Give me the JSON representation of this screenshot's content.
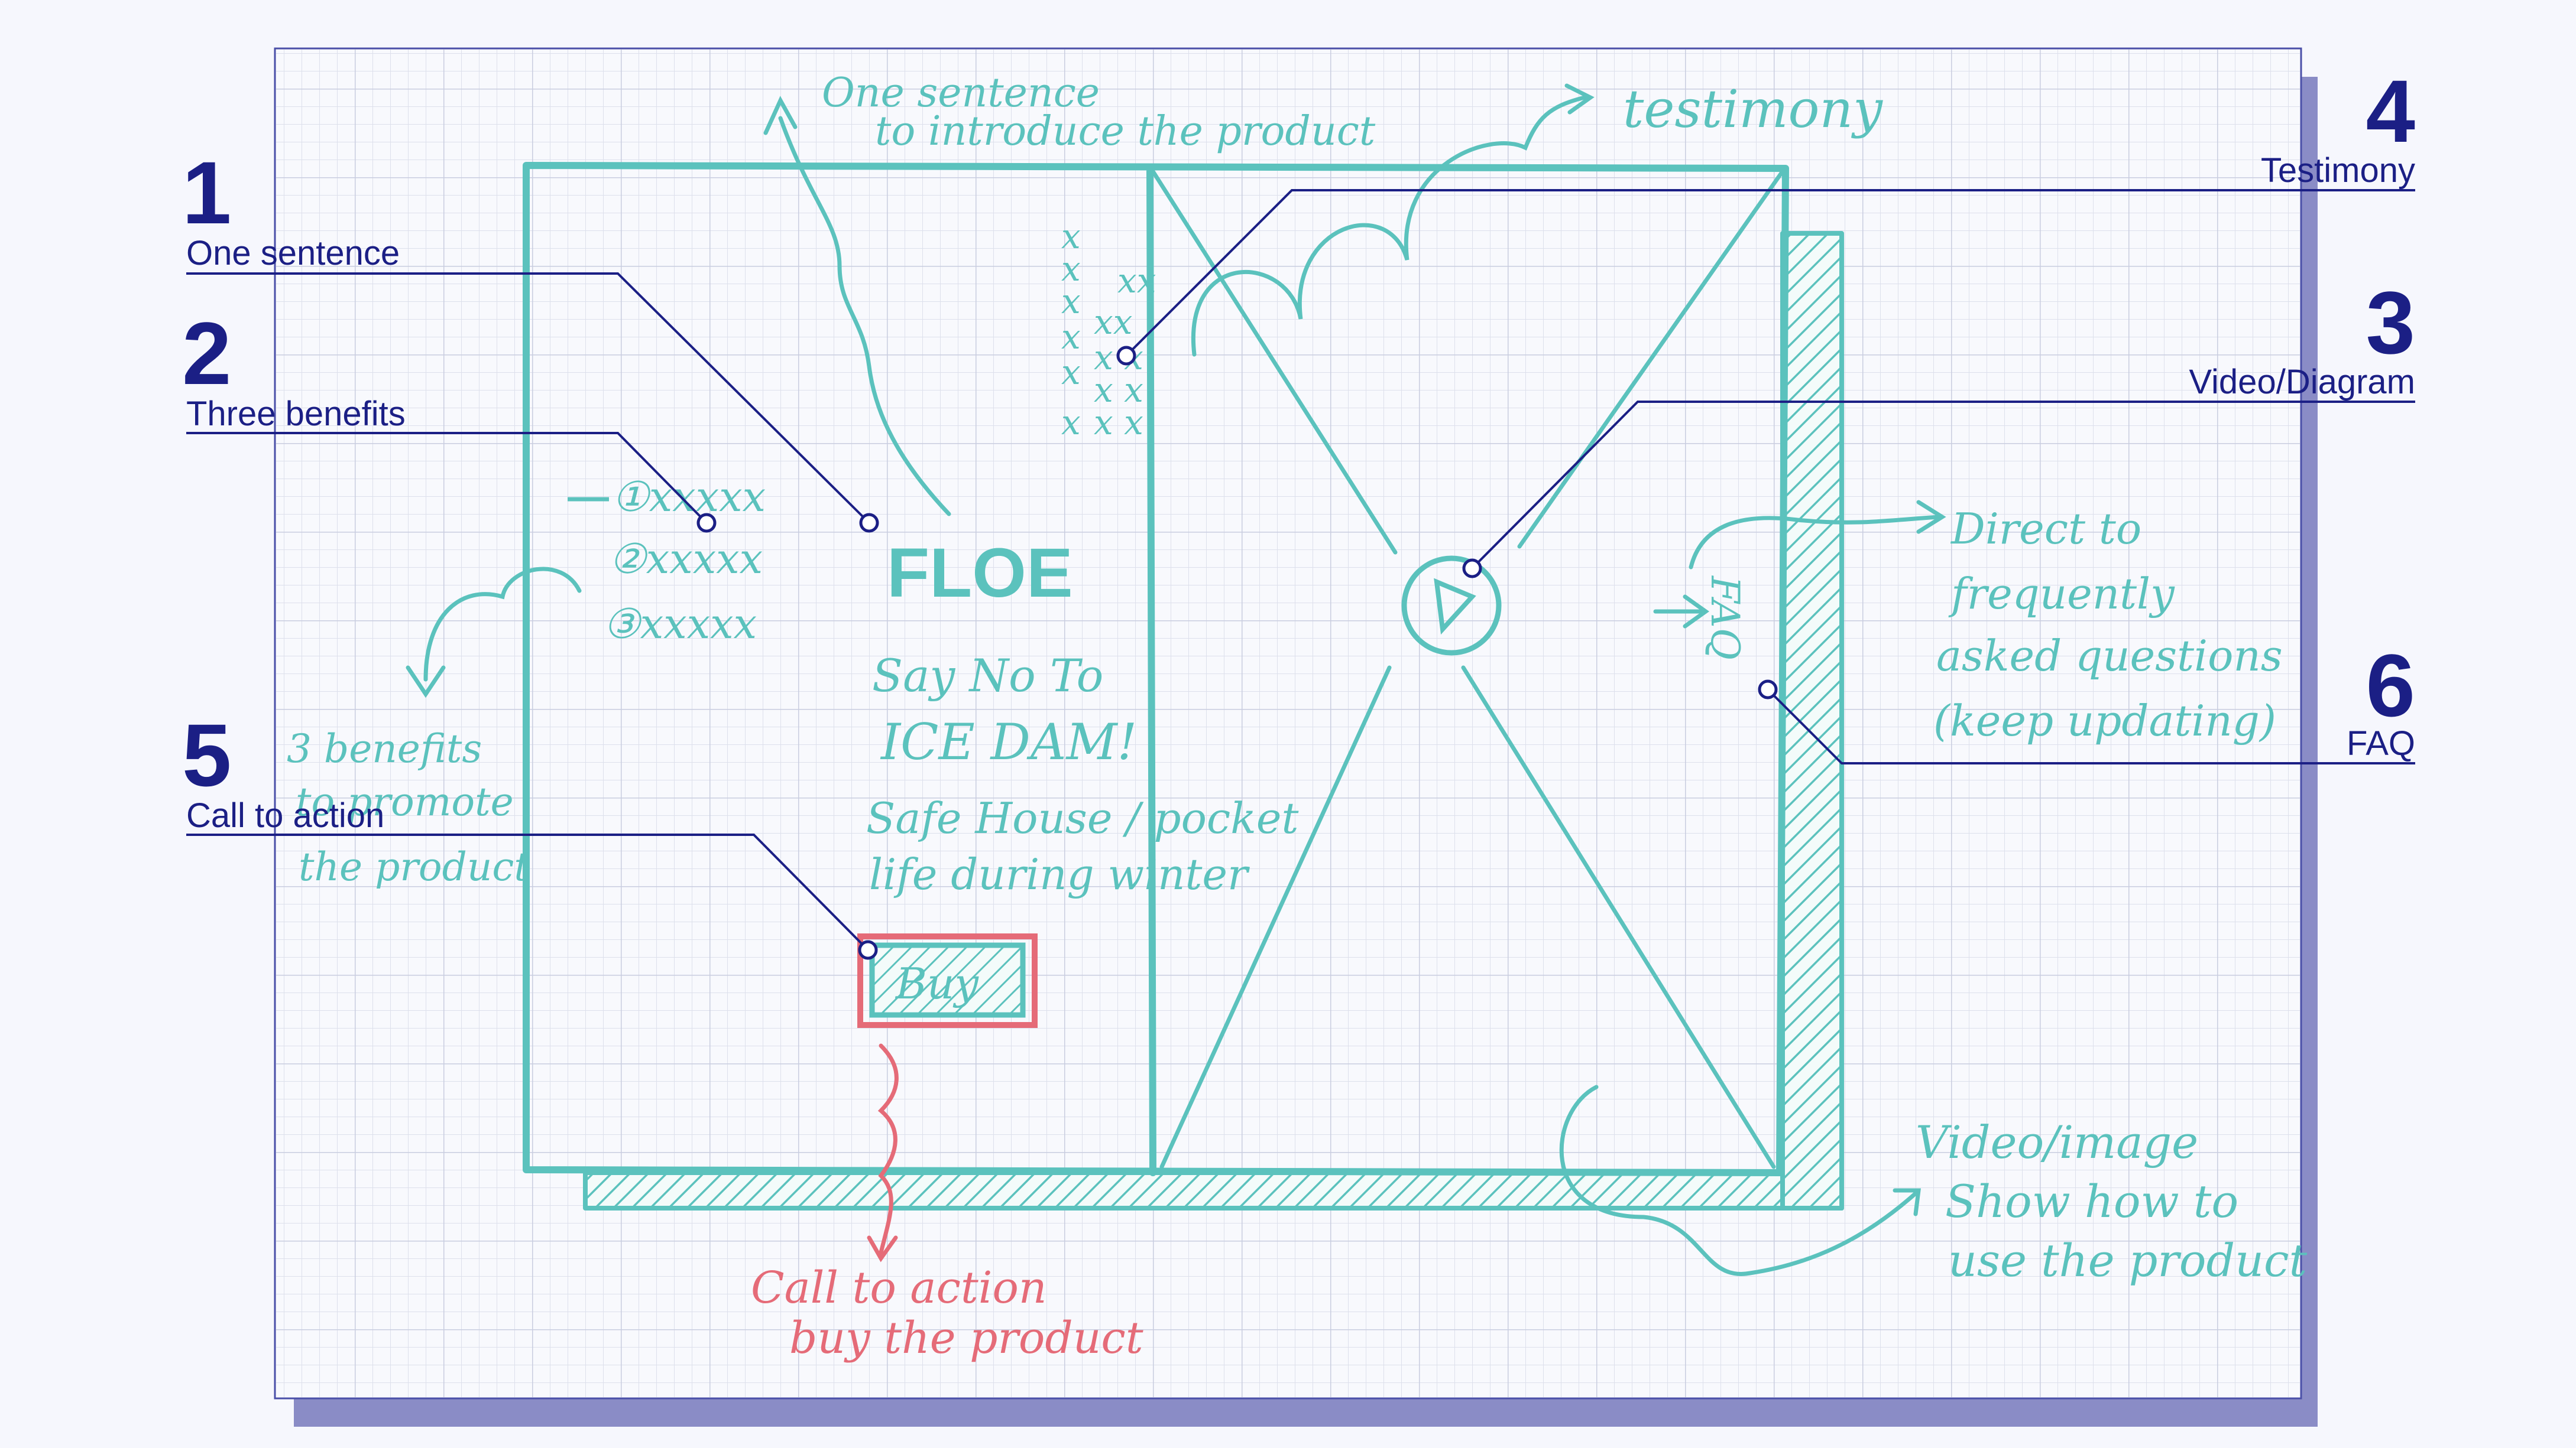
{
  "callouts": [
    {
      "number": "1",
      "label": "One sentence"
    },
    {
      "number": "2",
      "label": "Three benefits"
    },
    {
      "number": "3",
      "label": "Video/Diagram"
    },
    {
      "number": "4",
      "label": "Testimony"
    },
    {
      "number": "5",
      "label": "Call to action"
    },
    {
      "number": "6",
      "label": "FAQ"
    }
  ],
  "sketch": {
    "intro_note": [
      "One sentence",
      "to introduce the product"
    ],
    "testimony_note": "testimony",
    "benefits_list": [
      "①xxxxx",
      "②xxxxx",
      "③xxxxx"
    ],
    "benefits_note": [
      "3 benefits",
      "to promote",
      "the product"
    ],
    "brand": "FLOE",
    "tagline": [
      "Say No To",
      "ICE DAM!"
    ],
    "subline": [
      "Safe House / pocket",
      "life during winter"
    ],
    "buy_label": "Buy",
    "cta_note": [
      "Call to action",
      "buy the product"
    ],
    "faq_label": "FAQ",
    "faq_note": [
      "Direct to",
      "frequently",
      "asked questions",
      "(keep updating)"
    ],
    "video_note": [
      "Video/image",
      "Show how to",
      "use the product"
    ],
    "testimony_marks": [
      "x",
      "x",
      "x",
      "x",
      "x",
      "x",
      "xx",
      "xx",
      "x x",
      "x x",
      "x x"
    ]
  },
  "colors": {
    "ink_teal": "#5bc2bd",
    "ink_red": "#e56b78",
    "callout_navy": "#1b1f85",
    "paper_shadow": "#8a8cc6",
    "grid": "#d3d6e4"
  }
}
